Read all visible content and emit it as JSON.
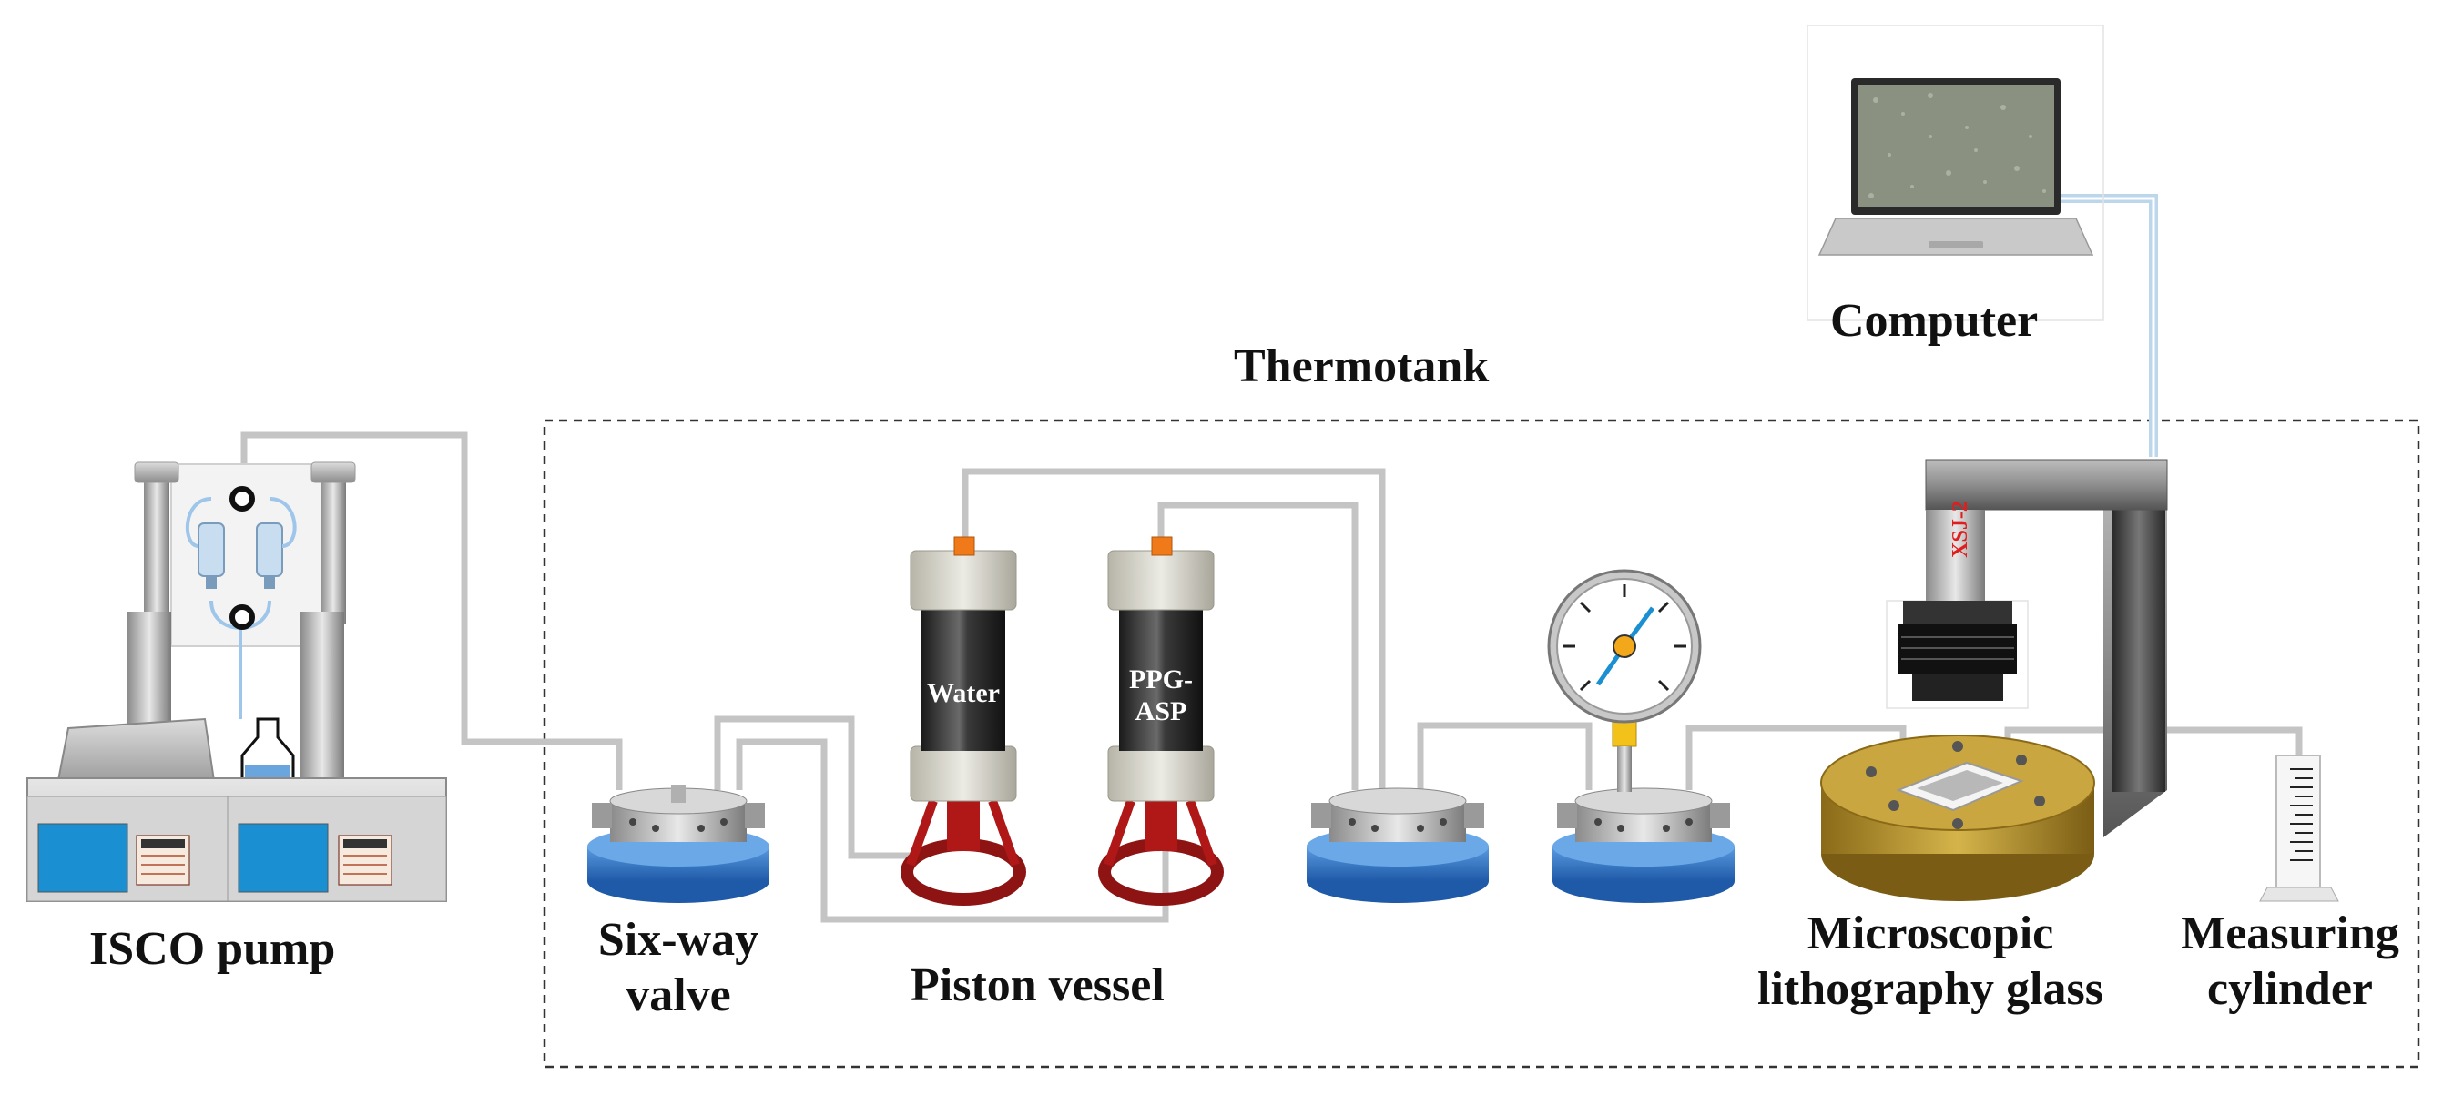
{
  "labels": {
    "thermotank": "Thermotank",
    "computer": "Computer",
    "isco_pump": "ISCO pump",
    "six_way_valve_line1": "Six-way",
    "six_way_valve_line2": "valve",
    "piston_vessel": "Piston vessel",
    "microscopic_line1": "Microscopic",
    "microscopic_line2": "lithography glass",
    "measuring_line1": "Measuring",
    "measuring_line2": "cylinder",
    "water": "Water",
    "ppg_line1": "PPG-",
    "ppg_line2": "ASP",
    "microscope_model": "XSJ-2"
  },
  "components": [
    {
      "name": "isco-pump",
      "icon": "pump-icon"
    },
    {
      "name": "six-way-valve",
      "icon": "valve-icon"
    },
    {
      "name": "piston-vessel-water",
      "icon": "cylinder-icon"
    },
    {
      "name": "piston-vessel-ppg-asp",
      "icon": "cylinder-icon"
    },
    {
      "name": "valve-2",
      "icon": "valve-icon"
    },
    {
      "name": "pressure-gauge",
      "icon": "gauge-icon"
    },
    {
      "name": "valve-3",
      "icon": "valve-icon"
    },
    {
      "name": "microscope",
      "icon": "microscope-icon"
    },
    {
      "name": "computer",
      "icon": "laptop-icon"
    },
    {
      "name": "measuring-cylinder",
      "icon": "graduated-cylinder-icon"
    }
  ],
  "colors": {
    "pipe": "#c4c4c4",
    "data_cable": "#bcd6ec",
    "valve_base": "#2f6db8",
    "vessel_body": "#222222",
    "vessel_cap": "#d6d4c8",
    "vessel_stand": "#8e1414",
    "stage": "#b89530",
    "screen": "#1a8fd1",
    "orange_plug": "#f07a1a"
  }
}
